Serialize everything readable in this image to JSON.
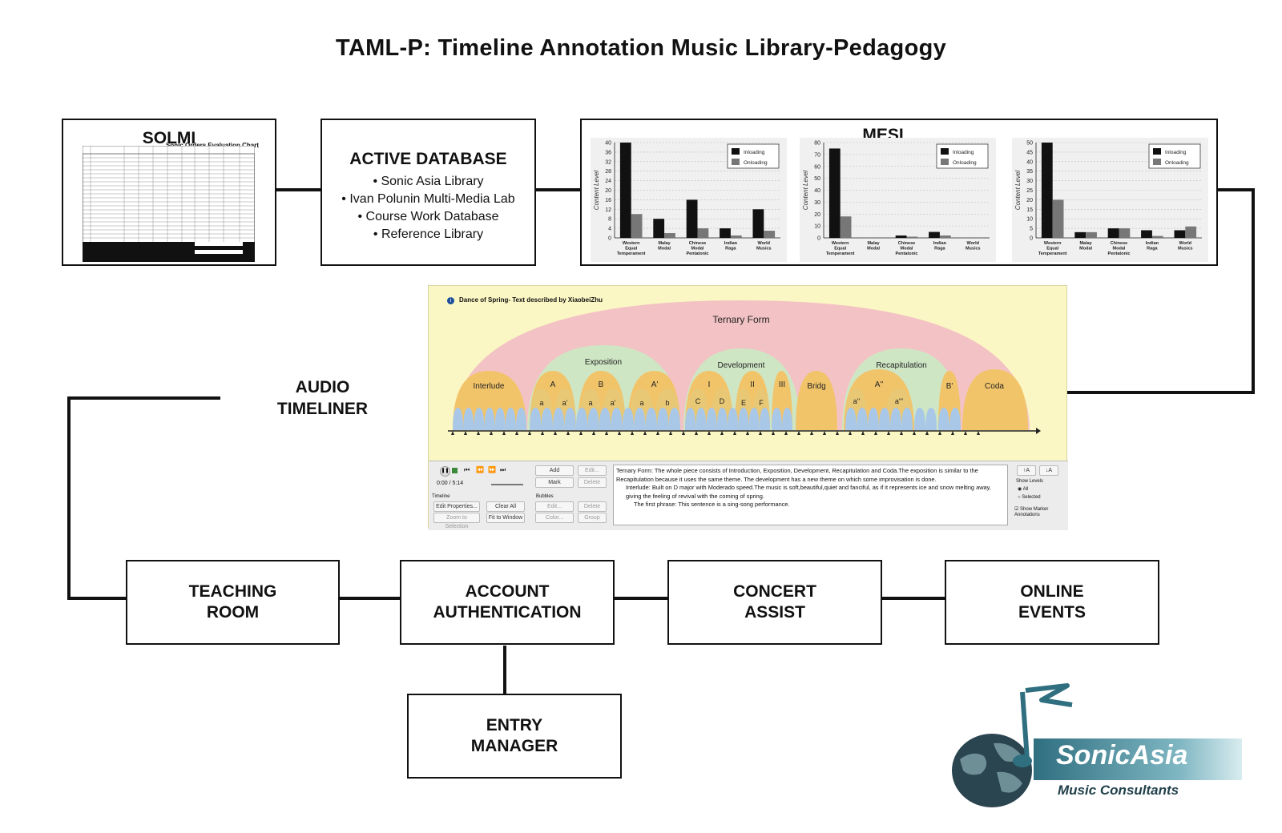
{
  "title": "TAML-P: Timeline Annotation Music Library-Pedagogy",
  "solmi": {
    "label": "SOLMI",
    "chart_title": "Sonic Orders Evaluation Chart"
  },
  "active_db": {
    "label": "ACTIVE DATABASE",
    "items": [
      "• Sonic Asia Library",
      "• Ivan Polunin Multi-Media Lab",
      "• Course Work Database",
      "• Reference Library"
    ]
  },
  "mesi": {
    "label": "MESI"
  },
  "audio_timeliner": {
    "line1": "AUDIO",
    "line2": "TIMELINER"
  },
  "chart_data": [
    {
      "type": "bar",
      "ylabel": "Content Level",
      "categories": [
        "Western Equal Temperament",
        "Malay Modal",
        "Chinese Modal Pentatonic",
        "Indian Raga",
        "World Musics"
      ],
      "series": [
        {
          "name": "Inloading",
          "values": [
            40,
            8,
            16,
            4,
            12
          ]
        },
        {
          "name": "Onloading",
          "values": [
            10,
            2,
            4,
            1,
            3
          ]
        }
      ],
      "ylim": [
        0,
        40
      ],
      "yticks": [
        0,
        4,
        8,
        12,
        16,
        20,
        24,
        28,
        32,
        36,
        40
      ],
      "legend": "top-right"
    },
    {
      "type": "bar",
      "ylabel": "Content Level",
      "categories": [
        "Western Equal Temperament",
        "Malay Modal",
        "Chinese Modal Pentatonic",
        "Indian Raga",
        "World Musics"
      ],
      "series": [
        {
          "name": "Inloading",
          "values": [
            75,
            0,
            2,
            5,
            0
          ]
        },
        {
          "name": "Onloading",
          "values": [
            18,
            0,
            1,
            2,
            0
          ]
        }
      ],
      "ylim": [
        0,
        80
      ],
      "yticks": [
        0,
        10,
        20,
        30,
        40,
        50,
        60,
        70,
        80
      ],
      "legend": "top-right"
    },
    {
      "type": "bar",
      "ylabel": "Content Level",
      "categories": [
        "Western Equal Temperament",
        "Malay Modal",
        "Chinese Modal Pentatonic",
        "Indian Raga",
        "World Musics"
      ],
      "series": [
        {
          "name": "Inloading",
          "values": [
            50,
            3,
            5,
            4,
            4
          ]
        },
        {
          "name": "Onloading",
          "values": [
            20,
            3,
            5,
            1,
            6
          ]
        }
      ],
      "ylim": [
        0,
        50
      ],
      "yticks": [
        0,
        5,
        10,
        15,
        20,
        25,
        30,
        35,
        40,
        45,
        50
      ],
      "legend": "top-right"
    }
  ],
  "timeliner": {
    "header": "Dance of Spring- Text described by XiaobeiZhu",
    "form": "Ternary Form",
    "sections": [
      "Exposition",
      "Development",
      "Recapitulation"
    ],
    "parts": [
      "Interlude",
      "A",
      "B",
      "A'",
      "I",
      "II",
      "III",
      "Bridg",
      "A''",
      "B'",
      "Coda"
    ],
    "sub": [
      "a",
      "a'",
      "a",
      "a'",
      "a",
      "b",
      "C",
      "D",
      "E",
      "F",
      "a''",
      "a'''"
    ],
    "time": "0:00 / 5:14",
    "groups": [
      "Timeline",
      "Bubbles"
    ],
    "buttons": [
      "Add",
      "Edit...",
      "Mark",
      "Delete",
      "Edit Properties...",
      "Clear All",
      "Zoom to Selection",
      "Fit to Window",
      "Edit...",
      "Delete",
      "Color...",
      "Group"
    ],
    "description": [
      "Ternary Form: The whole piece  consists of Introduction, Exposition, Development, Recapitulation and Coda.The exposition  is similar to the Recapitulation because it uses the same theme. The development has a new theme on which some improvisation is done.",
      "Interlude: Built on D major with Moderado speed.The music is soft,beautiful,quiet and fanciful, as if it represents ice and snow melting away, giving the feeling  of revival with the coming of spring.",
      "The first phrase: This sentence is a sing-song performance."
    ],
    "side": {
      "show_levels": "Show Levels",
      "all": "All",
      "selected": "Selected",
      "show_marker": "Show Marker Annotations"
    }
  },
  "modules": {
    "teaching_room": [
      "TEACHING",
      "ROOM"
    ],
    "account_auth": [
      "ACCOUNT",
      "AUTHENTICATION"
    ],
    "concert_assist": [
      "CONCERT",
      "ASSIST"
    ],
    "online_events": [
      "ONLINE",
      "EVENTS"
    ],
    "entry_manager": [
      "ENTRY",
      "MANAGER"
    ]
  },
  "logo": {
    "name": "SonicAsia",
    "tagline": "Music Consultants"
  },
  "colors": {
    "line": "#111111",
    "timeline_bg": "#fbf7c4",
    "arc_outer": "#f3c2c4",
    "arc_section": "#cfe6c4",
    "arc_part": "#f2c46a",
    "arc_small": "#a9c8e8",
    "logo_teal": "#3e8a9c"
  }
}
